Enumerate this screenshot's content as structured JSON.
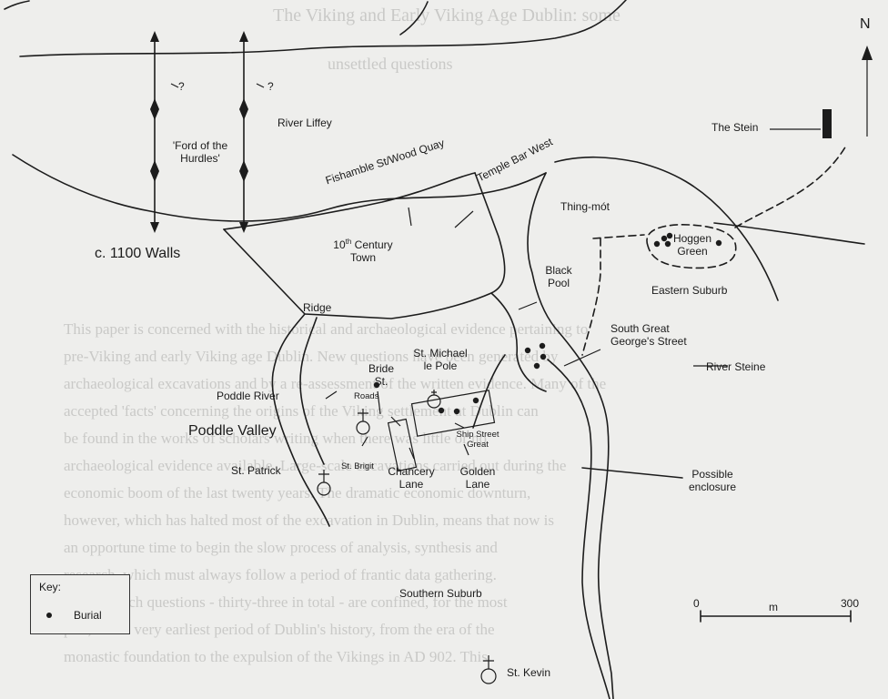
{
  "background_text": {
    "title": "The Viking and Early Viking Age Dublin: some",
    "subtitle": "unsettled questions",
    "paragraph": [
      "This paper is concerned with the historical and archaeological evidence pertaining to",
      "pre-Viking and early Viking age Dublin. New questions have been generated by",
      "archaeological excavations and by a re-assessment of the written evidence. Many of the",
      "accepted 'facts' concerning the origins of the Viking settlement at Dublin can",
      "be found in the works of scholars writing when there was little or no",
      "archaeological evidence available. Large-scale excavations carried out during the",
      "economic boom of the last twenty years. The dramatic economic downturn,",
      "however, which has halted most of the excavation in Dublin, means that now is",
      "an opportune time to begin the slow process of analysis, synthesis and",
      "research, which must always follow a period of frantic data gathering.",
      "The research questions - thirty-three in total - are confined, for the most",
      "part, to the very earliest period of Dublin's history, from the era of the",
      "monastic foundation to the expulsion of the Vikings in AD 902. This"
    ]
  },
  "labels": {
    "ford": "'Ford of the Hurdles'",
    "q1": "?",
    "q2": "?",
    "river_liffey": "River Liffey",
    "fishamble": "Fishamble St/Wood Quay",
    "temple_bar": "Temple Bar West",
    "walls": "c. 1100 Walls",
    "town": "10th Century Town",
    "ridge": "Ridge",
    "thing_mot": "Thing-mót",
    "hoggen": "Hoggen Green",
    "black_pool": "Black Pool",
    "eastern_suburb": "Eastern Suburb",
    "south_great": "South Great George's Street",
    "river_steine": "River Steine",
    "st_michael": "St. Michael le Pole",
    "bride_st": "Bride St.",
    "roads": "Roads",
    "poddle_river": "Poddle River",
    "poddle_valley": "Poddle Valley",
    "ship_street": "Ship Street Great",
    "st_brigit": "St. Brigit",
    "chancery": "Chancery Lane",
    "golden_lane": "Golden Lane",
    "st_patrick": "St. Patrick",
    "possible_enclosure": "Possible enclosure",
    "southern_suburb": "Southern Suburb",
    "st_kevin": "St. Kevin",
    "the_stein": "The Stein",
    "north": "N"
  },
  "scale": {
    "start": "0",
    "unit": "m",
    "end": "300"
  },
  "key": {
    "title": "Key:",
    "burial": "Burial"
  }
}
